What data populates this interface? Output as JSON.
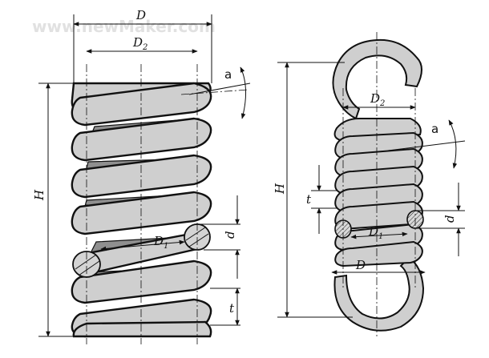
{
  "watermark": "www.newMaker.com",
  "compression_spring": {
    "outer_diameter_label": "D",
    "mean_diameter_label": "D",
    "mean_diameter_subscript": "2",
    "inner_diameter_label": "D",
    "inner_diameter_subscript": "1",
    "free_height_label": "H",
    "wire_diameter_label": "d",
    "pitch_label": "t",
    "helix_angle_label": "a"
  },
  "extension_spring": {
    "mean_diameter_label": "D",
    "mean_diameter_subscript": "2",
    "inner_diameter_label": "D",
    "inner_diameter_subscript": "1",
    "outer_diameter_label": "D",
    "free_height_label": "H",
    "wire_diameter_label": "d",
    "pitch_label": "t",
    "helix_angle_label": "a"
  },
  "colors": {
    "wire_fill": "#cfcfcf",
    "inner_face_fill": "#8f8f8f",
    "outline": "#111111"
  }
}
